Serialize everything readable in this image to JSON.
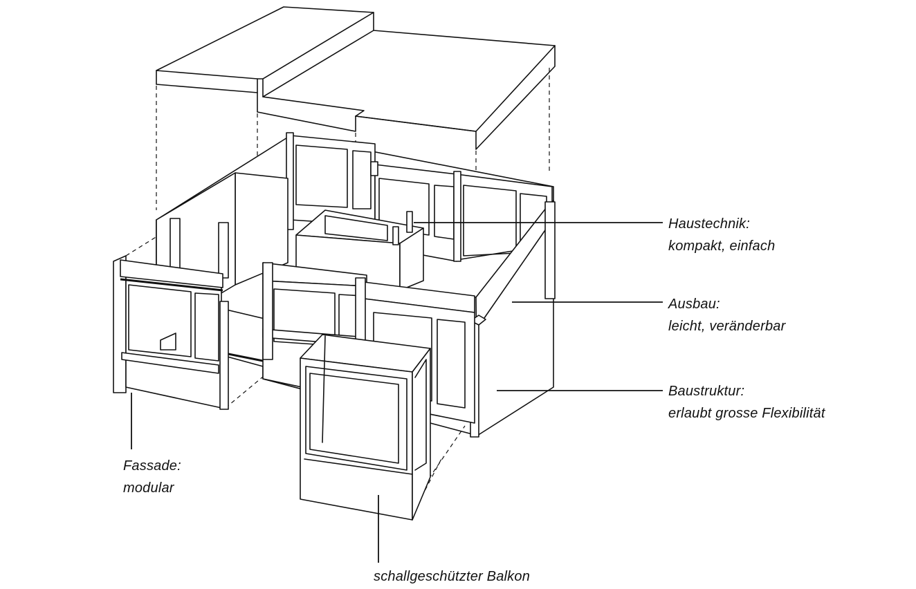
{
  "callouts": {
    "haustechnik": {
      "title": "Haustechnik:",
      "desc": "kompakt, einfach"
    },
    "ausbau": {
      "title": "Ausbau:",
      "desc": "leicht, veränderbar"
    },
    "baustruktur": {
      "title": "Baustruktur:",
      "desc": "erlaubt grosse Flexibilität"
    },
    "fassade": {
      "title": "Fassade:",
      "desc": "modular"
    },
    "balkon": {
      "title": "schallgeschützter Balkon"
    }
  },
  "colors": {
    "line": "#111111",
    "background": "#ffffff"
  }
}
